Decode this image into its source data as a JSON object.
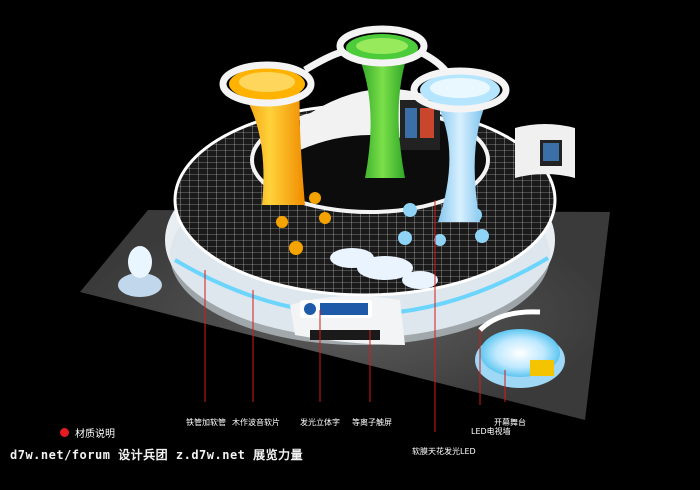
{
  "legend": {
    "title": "材质说明"
  },
  "callouts": [
    {
      "text": "铁管加软管"
    },
    {
      "text": "木作波音软片"
    },
    {
      "text": "发光立体字"
    },
    {
      "text": "等离子触屏"
    },
    {
      "text": "软膜天花发光LED"
    },
    {
      "text": "LED电视墙"
    },
    {
      "text": "开幕舞台"
    }
  ],
  "watermark": "d7w.net/forum 设计兵团 z.d7w.net 展览力量",
  "colors": {
    "background": "#000000",
    "floor": "#4a4a4a",
    "column_orange": "#f5a300",
    "column_green": "#3cc23c",
    "column_blue": "#7ec8f0",
    "leader_line": "#d21a1a",
    "legend_dot": "#e51c23"
  }
}
